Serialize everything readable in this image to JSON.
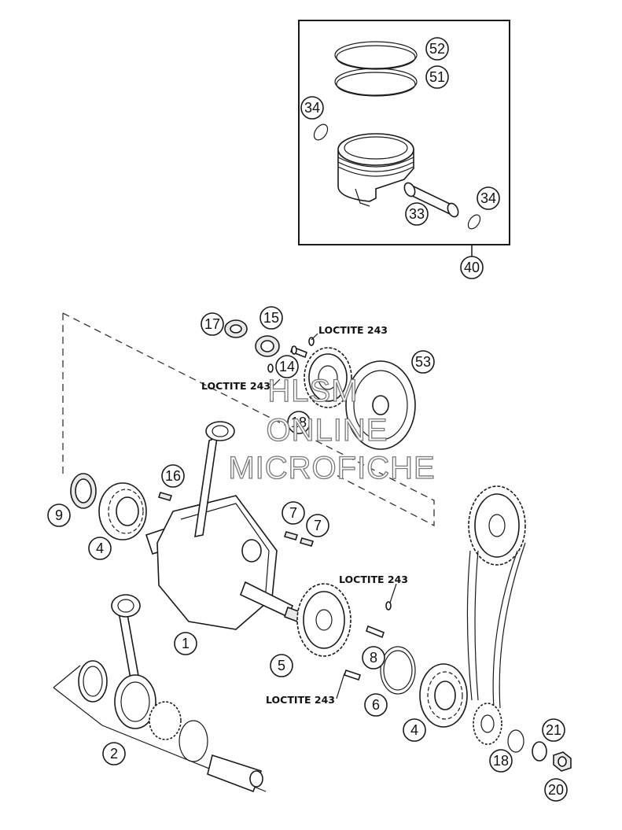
{
  "callouts": [
    {
      "label": "52"
    },
    {
      "label": "51"
    },
    {
      "label": "34"
    },
    {
      "label": "34"
    },
    {
      "label": "33"
    },
    {
      "label": "40"
    },
    {
      "label": "17"
    },
    {
      "label": "15"
    },
    {
      "label": "14"
    },
    {
      "label": "53"
    },
    {
      "label": "18"
    },
    {
      "label": "16"
    },
    {
      "label": "9"
    },
    {
      "label": "4"
    },
    {
      "label": "7"
    },
    {
      "label": "7"
    },
    {
      "label": "8"
    },
    {
      "label": "5"
    },
    {
      "label": "1"
    },
    {
      "label": "6"
    },
    {
      "label": "4"
    },
    {
      "label": "2"
    },
    {
      "label": "18"
    },
    {
      "label": "21"
    },
    {
      "label": "20"
    }
  ],
  "loctite_labels": [
    "LOCTITE 243",
    "LOCTITE 243",
    "LOCTITE 243",
    "LOCTITE 243"
  ],
  "watermark": {
    "line1": "HLSM",
    "line2": "ONLINE",
    "line3": "MICROFICHE"
  },
  "colors": {
    "line": "#1a1a1a",
    "background": "#ffffff",
    "watermark_outline": "#7a7a7a"
  }
}
